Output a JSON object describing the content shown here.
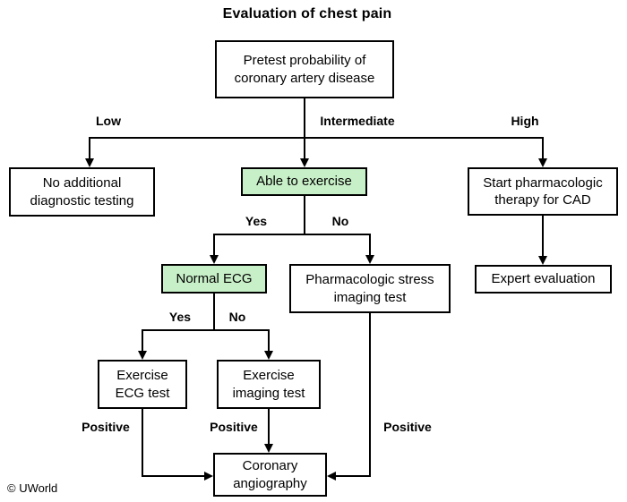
{
  "title": "Evaluation of chest pain",
  "copyright": "© UWorld",
  "colors": {
    "highlight": "#c8f0c8",
    "line": "#000000",
    "box_background": "#ffffff",
    "page_background": "#ffffff"
  },
  "nodes": {
    "pretest": {
      "line1": "Pretest probability of",
      "line2": "coronary artery disease"
    },
    "no_testing": {
      "line1": "No additional",
      "line2": "diagnostic testing"
    },
    "able_exercise": {
      "line1": "Able to exercise"
    },
    "start_pharm": {
      "line1": "Start pharmacologic",
      "line2": "therapy for CAD"
    },
    "normal_ecg": {
      "line1": "Normal ECG"
    },
    "pharm_stress": {
      "line1": "Pharmacologic stress",
      "line2": "imaging test"
    },
    "expert_eval": {
      "line1": "Expert evaluation"
    },
    "exercise_ecg": {
      "line1": "Exercise",
      "line2": "ECG test"
    },
    "exercise_imaging": {
      "line1": "Exercise",
      "line2": "imaging test"
    },
    "coronary_angio": {
      "line1": "Coronary",
      "line2": "angiography"
    }
  },
  "edges": [
    {
      "from": "pretest",
      "to": "no_testing",
      "label": "Low"
    },
    {
      "from": "pretest",
      "to": "able_exercise",
      "label": "Intermediate"
    },
    {
      "from": "pretest",
      "to": "start_pharm",
      "label": "High"
    },
    {
      "from": "able_exercise",
      "to": "normal_ecg",
      "label": "Yes"
    },
    {
      "from": "able_exercise",
      "to": "pharm_stress",
      "label": "No"
    },
    {
      "from": "start_pharm",
      "to": "expert_eval",
      "label": ""
    },
    {
      "from": "normal_ecg",
      "to": "exercise_ecg",
      "label": "Yes"
    },
    {
      "from": "normal_ecg",
      "to": "exercise_imaging",
      "label": "No"
    },
    {
      "from": "exercise_ecg",
      "to": "coronary_angio",
      "label": "Positive"
    },
    {
      "from": "exercise_imaging",
      "to": "coronary_angio",
      "label": "Positive"
    },
    {
      "from": "pharm_stress",
      "to": "coronary_angio",
      "label": "Positive"
    }
  ]
}
